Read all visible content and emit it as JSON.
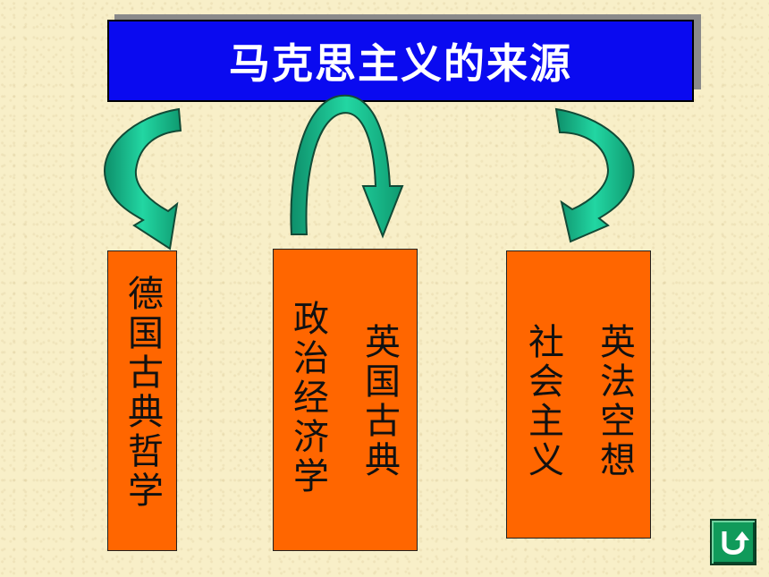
{
  "title": "马克思主义的来源",
  "sources": {
    "philosophy": {
      "label": "德国古典哲学"
    },
    "economics": {
      "label_a": "英国古典",
      "label_b": "政治经济学"
    },
    "socialism": {
      "label_a": "英法空想",
      "label_b": "社会主义"
    }
  },
  "colors": {
    "title_bg": "#0a0af0",
    "box_fill": "#ff6600",
    "arrow_fill": "#1ccc9a",
    "background": "#f8efc8"
  },
  "nav": {
    "back_icon": "u-turn-back-icon"
  }
}
